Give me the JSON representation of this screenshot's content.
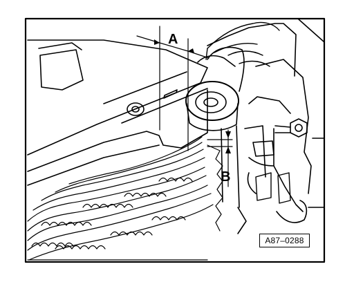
{
  "figure": {
    "callouts": {
      "a": "A",
      "b": "B"
    },
    "reference_code": "A87–0288",
    "colors": {
      "ink": "#000000",
      "paper": "#ffffff"
    }
  }
}
